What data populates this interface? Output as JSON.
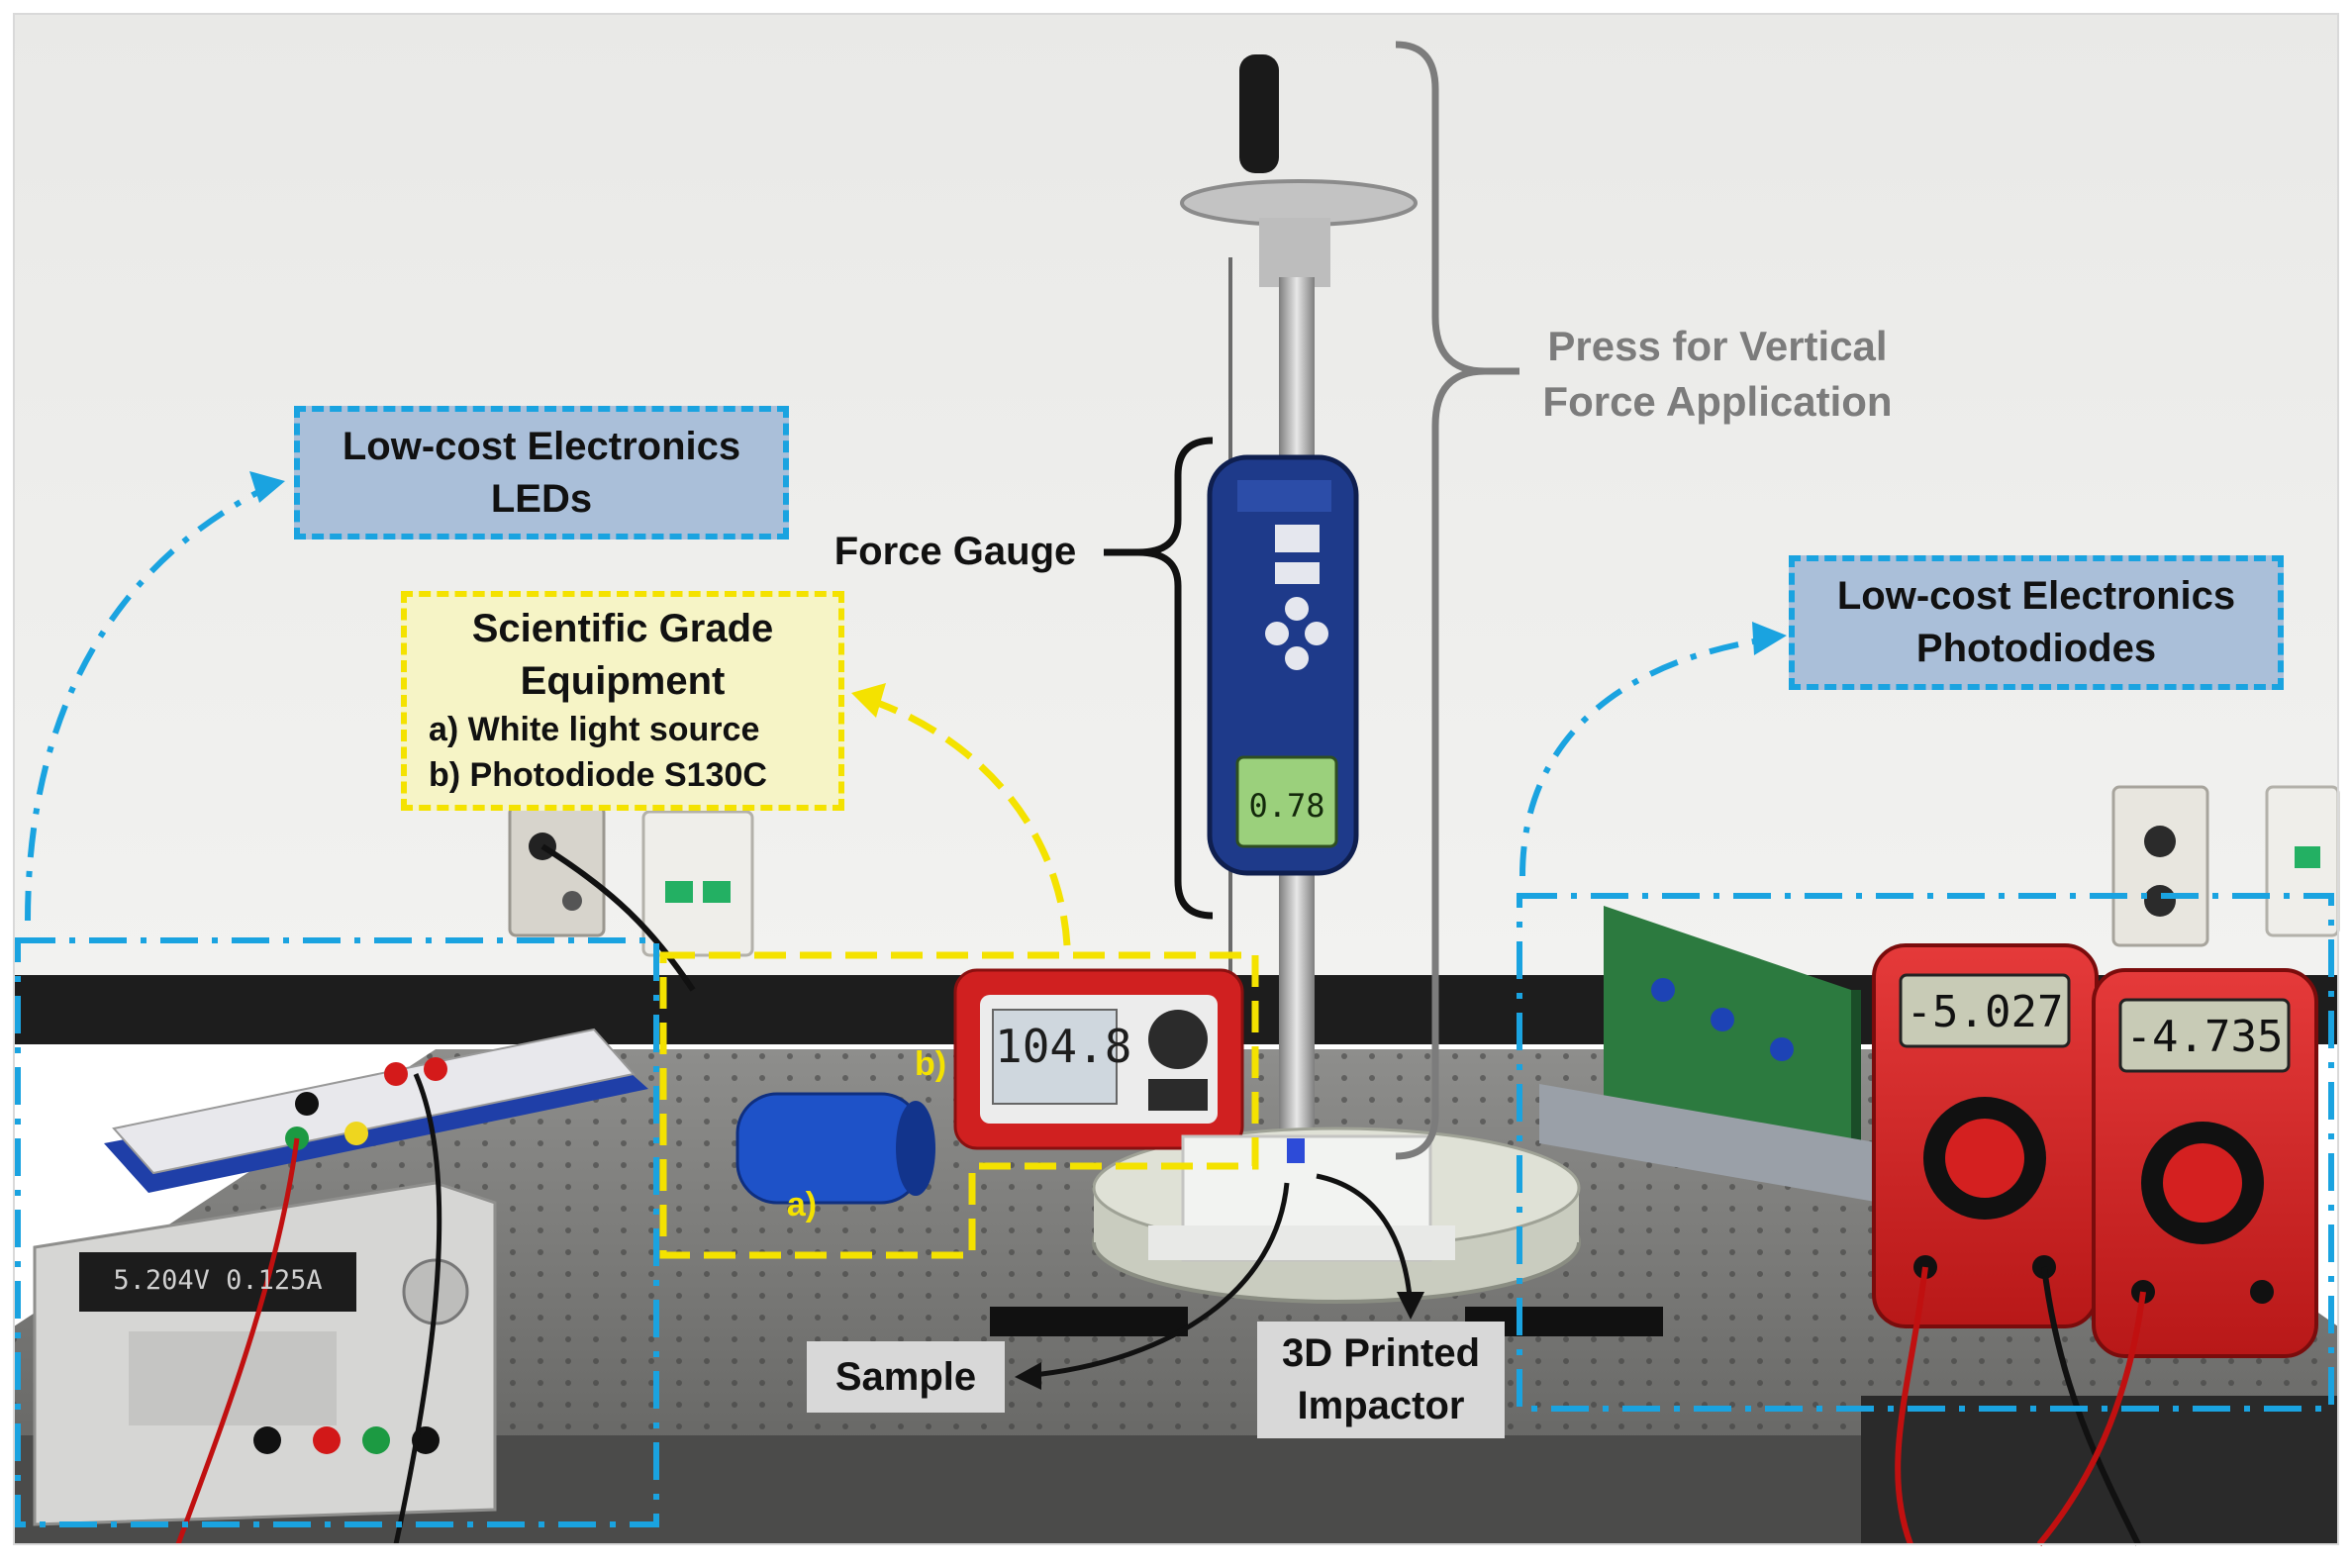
{
  "labels": {
    "leds_line1": "Low-cost Electronics",
    "leds_line2": "LEDs",
    "photodiodes_line1": "Low-cost Electronics",
    "photodiodes_line2": "Photodiodes",
    "sci_line1": "Scientific Grade",
    "sci_line2": "Equipment",
    "sci_a": "a) White light source",
    "sci_b": "b) Photodiode S130C",
    "force_gauge": "Force Gauge",
    "press_line1": "Press for Vertical",
    "press_line2": "Force Application",
    "sample": "Sample",
    "impactor_line1": "3D Printed",
    "impactor_line2": "Impactor",
    "marker_a": "a)",
    "marker_b": "b)"
  },
  "readouts": {
    "power_meter": "104.8",
    "multimeter_left": "-5.027",
    "multimeter_right": "-4.735",
    "force_gauge_display": "0.78",
    "power_supply_display": "5.204V 0.125A"
  },
  "colors": {
    "blue_accent": "#1aa3e0",
    "yellow_accent": "#f4e200",
    "gray_bracket": "#7c7c7c",
    "dark_bracket": "#111111"
  }
}
